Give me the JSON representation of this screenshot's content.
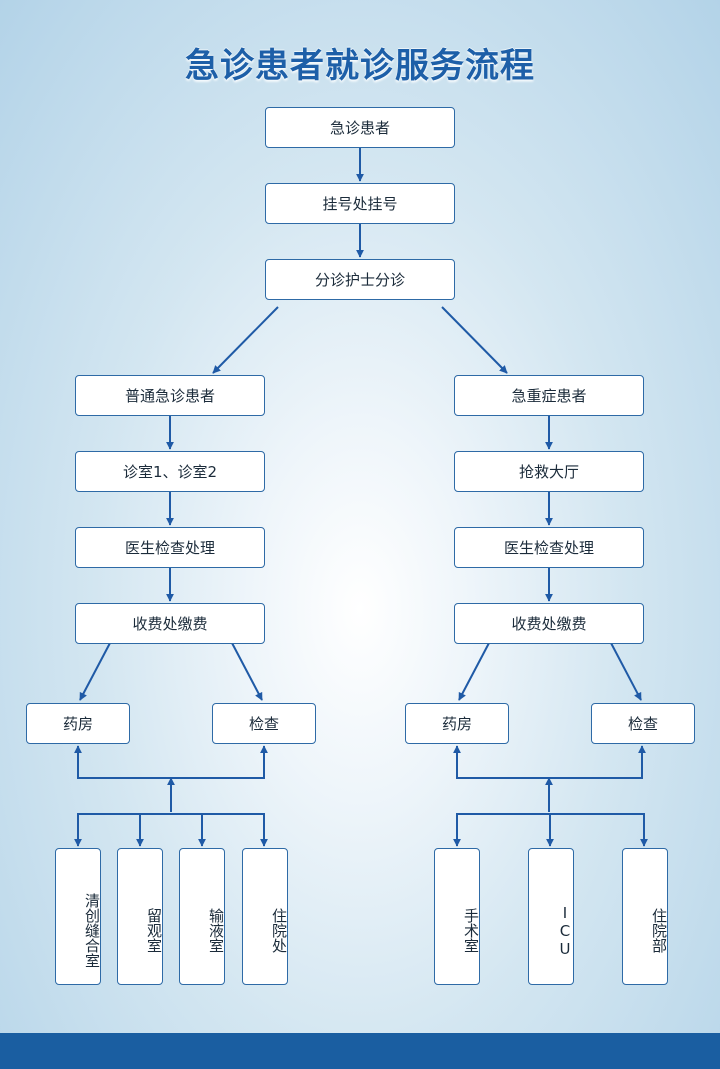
{
  "title": "急诊患者就诊服务流程",
  "colors": {
    "line": "#1f5aa6",
    "border": "#2e6aa6",
    "title": "#1d5fa8",
    "footer": "#1a5ea1"
  },
  "nodes": {
    "patient": "急诊患者",
    "register": "挂号处挂号",
    "triage": "分诊护士分诊",
    "left": {
      "category": "普通急诊患者",
      "clinic": "诊室1、诊室2",
      "doctor": "医生检查处理",
      "payment": "收费处缴费",
      "pharmacy": "药房",
      "exam": "检查",
      "destinations": [
        "清创缝合室",
        "留观室",
        "输液室",
        "住院处"
      ]
    },
    "right": {
      "category": "急重症患者",
      "rescue": "抢救大厅",
      "doctor": "医生检查处理",
      "payment": "收费处缴费",
      "pharmacy": "药房",
      "exam": "检查",
      "destinations": [
        "手术室",
        "ICU",
        "住院部"
      ]
    }
  }
}
